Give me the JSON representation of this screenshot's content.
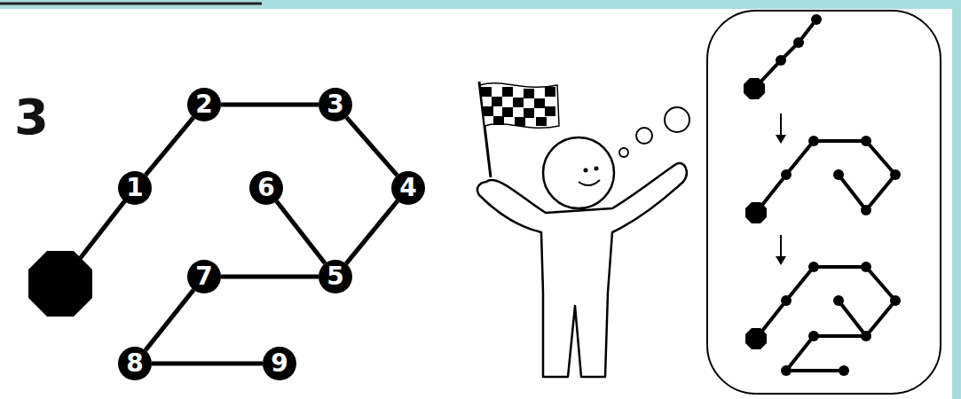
{
  "diagram": {
    "nodes": [
      {
        "text": [
          "1"
        ]
      },
      {
        "text": [
          "2"
        ]
      },
      {
        "text": [
          "3"
        ]
      },
      {
        "text": [
          "4"
        ]
      },
      {
        "text": [
          "5"
        ]
      },
      {
        "text": [
          "6"
        ]
      },
      {
        "text": [
          "7"
        ]
      },
      {
        "text": [
          "8"
        ]
      },
      {
        "text": [
          "9"
        ]
      }
    ],
    "edges": [
      {
        "from": 0,
        "to": 1,
        "arrow": "none"
      },
      {
        "from": 1,
        "to": 2,
        "arrow": "none"
      },
      {
        "from": 2,
        "to": 3,
        "arrow": "none"
      },
      {
        "from": 3,
        "to": 4,
        "arrow": "none"
      },
      {
        "from": 4,
        "to": 5,
        "arrow": "none"
      },
      {
        "from": 4,
        "to": 6,
        "arrow": "none"
      },
      {
        "from": 6,
        "to": 7,
        "arrow": "none"
      },
      {
        "from": 7,
        "to": 8,
        "arrow": "none"
      }
    ],
    "labels": [
      "3"
    ]
  }
}
